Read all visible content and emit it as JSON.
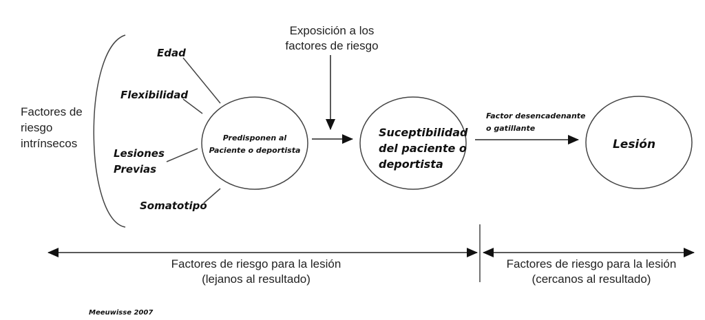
{
  "intrinsic_label": [
    "Factores de",
    "riesgo",
    "intrínsecos"
  ],
  "factors": {
    "edad": "Edad",
    "flexibilidad": "Flexibilidad",
    "lesiones": [
      "Lesiones",
      "Previas"
    ],
    "somatotipo": "Somatotipo"
  },
  "node_predisponen": [
    "Predisponen al",
    "Paciente o deportista"
  ],
  "exposure_label": [
    "Exposición a los",
    "factores de riesgo"
  ],
  "node_susceptibilidad": [
    "Suceptibilidad",
    "del paciente o",
    "deportista"
  ],
  "trigger_label": [
    "Factor desencadenante",
    "o gatillante"
  ],
  "node_lesion": "Lesión",
  "bottom_left": [
    "Factores de riesgo para la lesión",
    "(lejanos al resultado)"
  ],
  "bottom_right": [
    "Factores de riesgo para la lesión",
    "(cercanos al resultado)"
  ],
  "citation": "Meeuwisse 2007"
}
